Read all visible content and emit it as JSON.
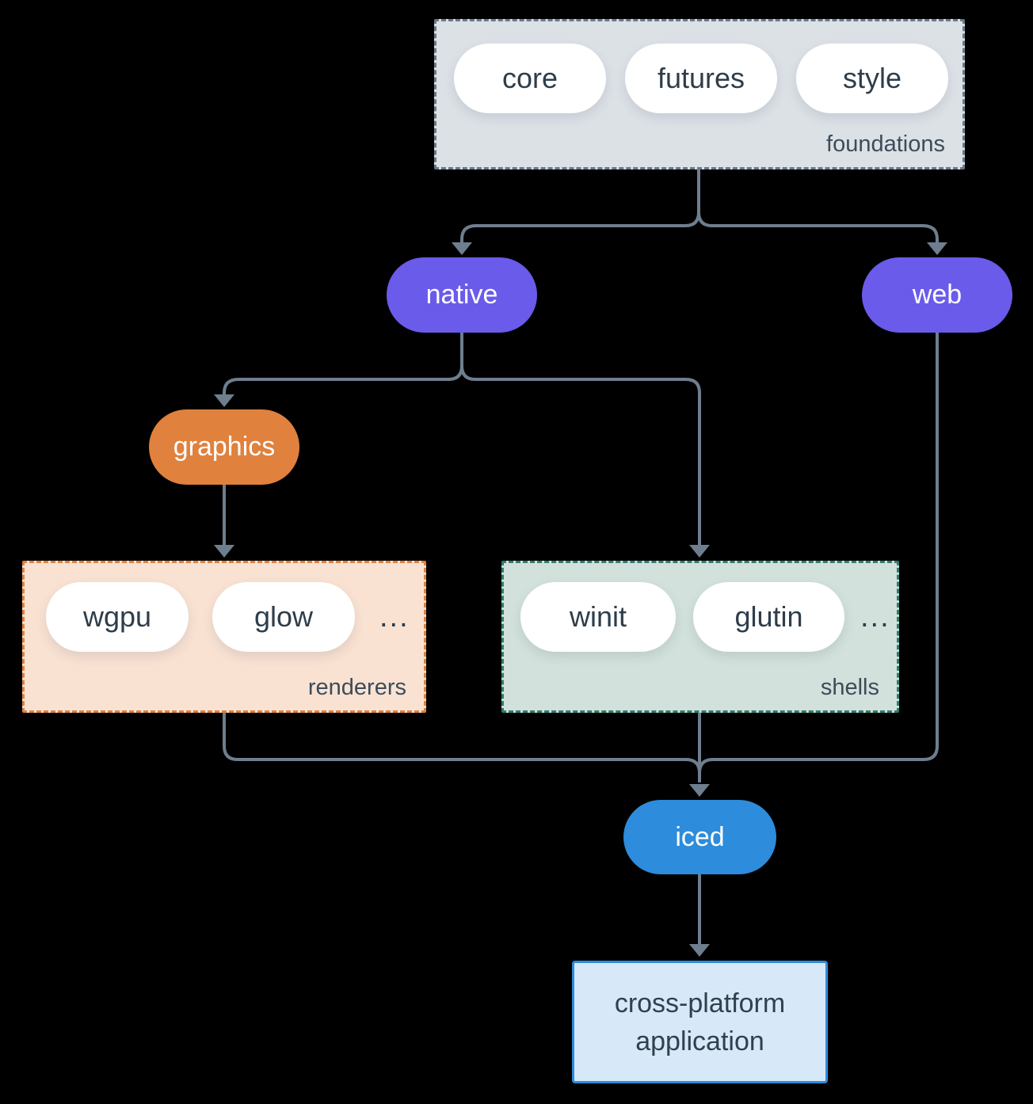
{
  "colors": {
    "background": "#000000",
    "connector": "#6e7e8e",
    "purple_pill": "#6a5beb",
    "orange_pill": "#e0813d",
    "blue_pill": "#2d8cdb",
    "foundations_fill": "#dce1e6",
    "foundations_border": "#68798a",
    "renderers_fill": "#f9e2d2",
    "renderers_border": "#e0813d",
    "shells_fill": "#d2e1db",
    "shells_border": "#2f7d6d",
    "application_fill": "#d7e9f9",
    "application_border": "#2d8cdb",
    "dark_text": "#2e3d4a",
    "group_label_text": "#3d4c5a"
  },
  "foundations": {
    "label": "foundations",
    "pills": [
      "core",
      "futures",
      "style"
    ]
  },
  "native": {
    "label": "native"
  },
  "web": {
    "label": "web"
  },
  "graphics": {
    "label": "graphics"
  },
  "renderers": {
    "label": "renderers",
    "pills": [
      "wgpu",
      "glow"
    ],
    "ellipsis": "..."
  },
  "shells": {
    "label": "shells",
    "pills": [
      "winit",
      "glutin"
    ],
    "ellipsis": "..."
  },
  "iced": {
    "label": "iced"
  },
  "application": {
    "lines": [
      "cross-platform",
      "application"
    ]
  }
}
